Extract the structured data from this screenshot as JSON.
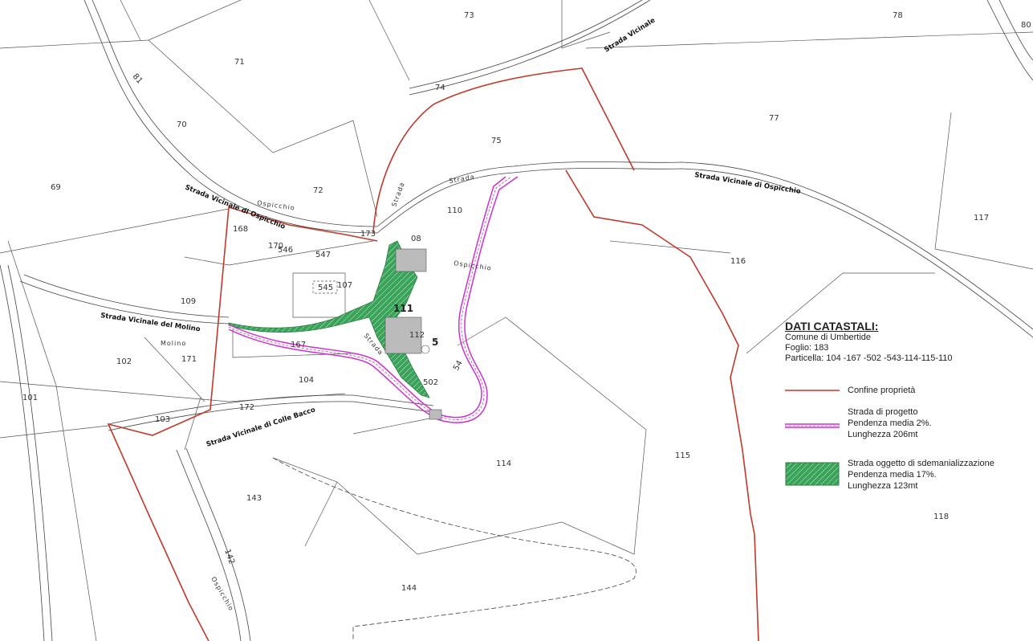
{
  "legend": {
    "title": "DATI CATASTALI:",
    "comune": "Comune di Umbertide",
    "foglio": "Foglio: 183",
    "particella": "Particella: 104 -167 -502 -543-114-115-110",
    "items": [
      {
        "label": "Confine proprietà",
        "color": "#c0392b"
      },
      {
        "label1": "Strada di progetto",
        "label2": "Pendenza media 2%.",
        "label3": "Lunghezza 206mt",
        "color": "#cc33cc"
      },
      {
        "label1": "Strada oggetto di sdemanializzazione",
        "label2": "Pendenza media 17%.",
        "label3": "Lunghezza 123mt",
        "color": "#2e9b4a"
      }
    ]
  },
  "roads": {
    "ospicchio_west": "Strada Vicinale di Ospicchio",
    "ospicchio_east": "Strada Vicinale di Ospicchio",
    "molino": "Strada Vicinale del Molino",
    "colle_bacco": "Strada Vicinale di Colle Bacco",
    "top": "Strada Vicinale",
    "strada_1": "Strada",
    "strada_2": "Strada",
    "strada_3": "Strada"
  },
  "places": {
    "ospicchio_1": "Ospicchio",
    "ospicchio_2": "Ospicchio",
    "ospicchio_3": "Ospicchio",
    "molino": "Molino"
  },
  "parcels": {
    "p73": "73",
    "p78": "78",
    "p80": "80",
    "p71": "71",
    "p81": "81",
    "p70": "70",
    "p77": "77",
    "p75": "75",
    "p74": "74",
    "p69": "69",
    "p72": "72",
    "p117": "117",
    "p110": "110",
    "p168": "168",
    "p173": "173",
    "p08": "08",
    "p170": "170",
    "p546": "546",
    "p547": "547",
    "p116": "116",
    "p545": "545",
    "p107": "107",
    "p109": "109",
    "p111": "111",
    "p112": "112",
    "p167": "167",
    "p102": "102",
    "p171": "171",
    "p101": "101",
    "p104": "104",
    "p502": "502",
    "p54": "54",
    "p172": "172",
    "p103": "103",
    "p114": "114",
    "p115": "115",
    "p143": "143",
    "p118": "118",
    "p144": "144",
    "p142": "142",
    "p5": "5"
  }
}
